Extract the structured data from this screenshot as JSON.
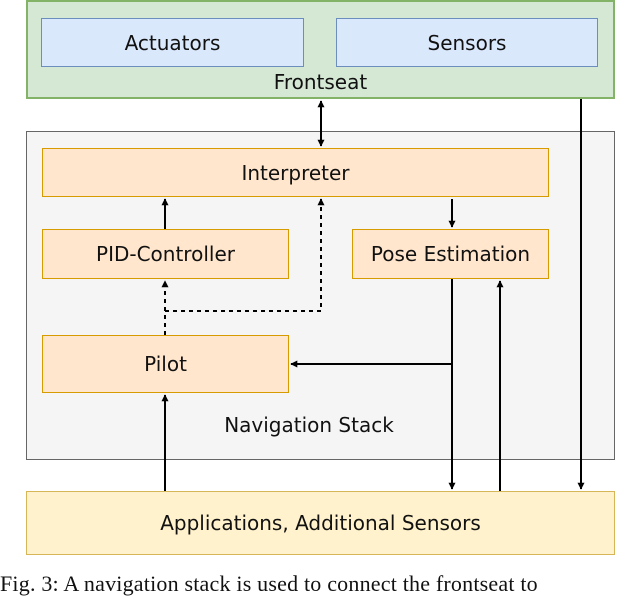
{
  "frontseat": {
    "label": "Frontseat",
    "actuators": "Actuators",
    "sensors": "Sensors"
  },
  "navigation_stack": {
    "label": "Navigation Stack",
    "interpreter": "Interpreter",
    "pid_controller": "PID-Controller",
    "pose_estimation": "Pose Estimation",
    "pilot": "Pilot"
  },
  "applications": "Applications, Additional Sensors",
  "caption": "Fig. 3: A navigation stack is used to connect the frontseat to"
}
